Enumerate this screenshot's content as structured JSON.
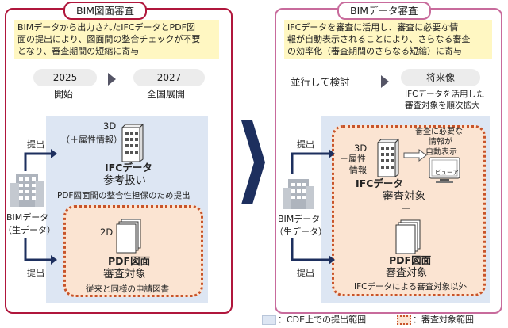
{
  "left": {
    "title": "BIM図面審査",
    "note": [
      "BIMデータから出力されたIFCデータとPDF図",
      "面の提出により、図面間の整合チェックが不要",
      "となり、審査期間の短縮に寄与"
    ],
    "year_start": "2025",
    "label_start": "開始",
    "year_full": "2027",
    "label_full": "全国展開",
    "submit_top": "提出",
    "submit_bottom": "提出",
    "bim_label": "BIMデータ",
    "bim_sub": "（生データ）",
    "ifc_3d": "3D",
    "ifc_attr": "（＋属性情報）",
    "ifc_title": "IFCデータ",
    "ifc_role": "参考扱い",
    "ifc_desc": "PDF図面間の整合性担保のため提出",
    "pdf_2d": "2D",
    "pdf_title": "PDF図面",
    "pdf_role": "審査対象",
    "pdf_desc": "従来と同様の申請図書"
  },
  "right": {
    "title": "BIMデータ審査",
    "note": [
      "IFCデータを審査に活用し、審査に必要な情",
      "報が自動表示されることにより、さらなる審査",
      "の効率化（審査期間のさらなる短縮）に寄与"
    ],
    "parallel": "並行して検討",
    "future": "将来像",
    "future_desc1": "IFCデータを活用した",
    "future_desc2": "審査対象を順次拡大",
    "submit_top": "提出",
    "submit_bottom": "提出",
    "bim_label": "BIMデータ",
    "bim_sub": "（生データ）",
    "ifc_3d": "3D",
    "ifc_attr1": "＋属性",
    "ifc_attr2": "情報",
    "ifc_title": "IFCデータ",
    "auto1": "審査に必要な",
    "auto2": "情報が",
    "auto3": "自動表示",
    "viewer": "ビューア",
    "target": "審査対象",
    "plus": "＋",
    "pdf_title": "PDF図面",
    "pdf_role": "審査対象",
    "pdf_desc": "IFCデータによる審査対象以外"
  },
  "legend": {
    "cde": "：CDE上での提出範囲",
    "target": "：審査対象範囲"
  },
  "colors": {
    "left_border": "#b0163c",
    "right_border": "#c86b9c",
    "note_bg": "#fff7c2",
    "cde_bg": "#dde6f3",
    "target_border": "#c8542a",
    "navy": "#1d2f5e"
  }
}
